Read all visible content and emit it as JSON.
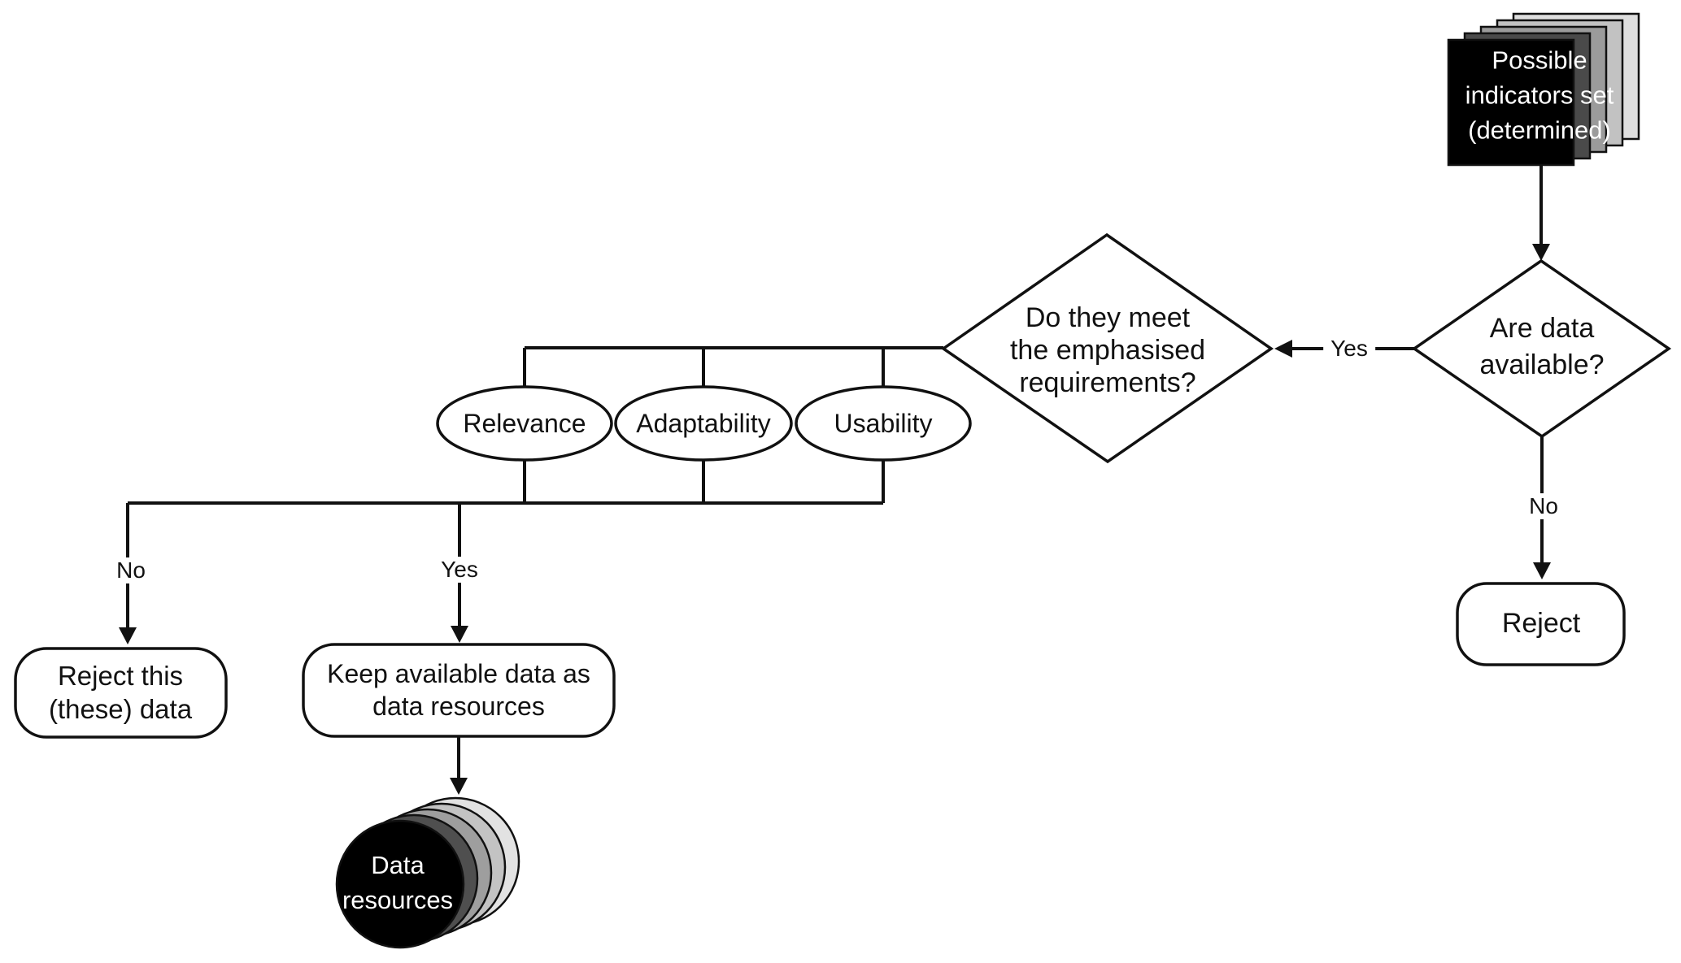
{
  "figure": {
    "type": "flowchart",
    "background": "#ffffff"
  },
  "colors": {
    "line": "#111111",
    "shape_fill": "#ffffff",
    "stack_front": "#000000",
    "stack_layer_dark": "#4a4a4a",
    "stack_layer_mid": "#9b9b9b",
    "stack_layer_light": "#c2c2c2",
    "stack_layer_lightest": "#dedede",
    "text": "#111111",
    "text_on_dark": "#ffffff"
  },
  "nodes": {
    "indicators_stack": {
      "shape": "stacked-squares",
      "lines": [
        "Possible",
        "indicators set",
        "(determined)"
      ]
    },
    "are_data_available": {
      "shape": "diamond",
      "lines": [
        "Are data",
        "available?"
      ]
    },
    "meet_requirements": {
      "shape": "diamond",
      "lines": [
        "Do they meet",
        "the emphasised",
        "requirements?"
      ]
    },
    "criteria": [
      {
        "shape": "ellipse",
        "label": "Relevance"
      },
      {
        "shape": "ellipse",
        "label": "Adaptability"
      },
      {
        "shape": "ellipse",
        "label": "Usability"
      }
    ],
    "reject": {
      "shape": "rounded-rect",
      "label": "Reject"
    },
    "reject_these": {
      "shape": "rounded-rect",
      "lines": [
        "Reject this",
        "(these) data"
      ]
    },
    "keep_data": {
      "shape": "rounded-rect",
      "lines": [
        "Keep available data as",
        "data resources"
      ]
    },
    "data_resources": {
      "shape": "stacked-circles",
      "lines": [
        "Data",
        "resources"
      ]
    }
  },
  "edge_labels": {
    "yes_to_requirements": "Yes",
    "no_to_reject": "No",
    "no_to_reject_these": "No",
    "yes_to_keep": "Yes"
  }
}
